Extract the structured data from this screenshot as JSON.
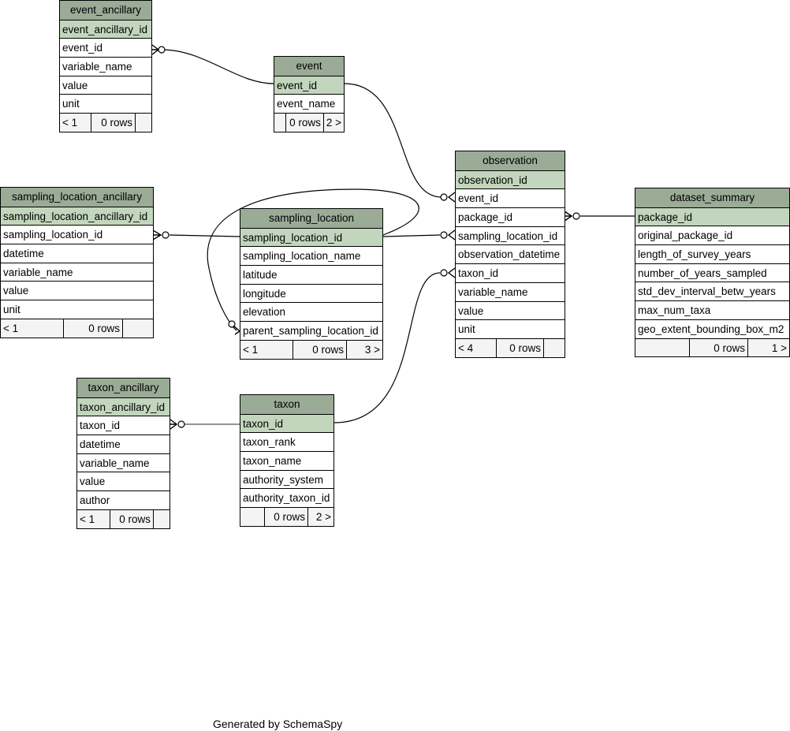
{
  "tables": {
    "event_ancillary": {
      "name": "event_ancillary",
      "columns": [
        "event_ancillary_id",
        "event_id",
        "variable_name",
        "value",
        "unit"
      ],
      "footer": [
        "< 1",
        "0 rows",
        ""
      ]
    },
    "event": {
      "name": "event",
      "columns": [
        "event_id",
        "event_name"
      ],
      "footer": [
        "",
        "0 rows",
        "2 >"
      ]
    },
    "observation": {
      "name": "observation",
      "columns": [
        "observation_id",
        "event_id",
        "package_id",
        "sampling_location_id",
        "observation_datetime",
        "taxon_id",
        "variable_name",
        "value",
        "unit"
      ],
      "footer": [
        "< 4",
        "0 rows",
        ""
      ]
    },
    "dataset_summary": {
      "name": "dataset_summary",
      "columns": [
        "package_id",
        "original_package_id",
        "length_of_survey_years",
        "number_of_years_sampled",
        "std_dev_interval_betw_years",
        "max_num_taxa",
        "geo_extent_bounding_box_m2"
      ],
      "footer": [
        "",
        "0 rows",
        "1 >"
      ]
    },
    "sampling_location_ancillary": {
      "name": "sampling_location_ancillary",
      "columns": [
        "sampling_location_ancillary_id",
        "sampling_location_id",
        "datetime",
        "variable_name",
        "value",
        "unit"
      ],
      "footer": [
        "< 1",
        "0 rows",
        ""
      ]
    },
    "sampling_location": {
      "name": "sampling_location",
      "columns": [
        "sampling_location_id",
        "sampling_location_name",
        "latitude",
        "longitude",
        "elevation",
        "parent_sampling_location_id"
      ],
      "footer": [
        "< 1",
        "0 rows",
        "3 >"
      ]
    },
    "taxon_ancillary": {
      "name": "taxon_ancillary",
      "columns": [
        "taxon_ancillary_id",
        "taxon_id",
        "datetime",
        "variable_name",
        "value",
        "author"
      ],
      "footer": [
        "< 1",
        "0 rows",
        ""
      ]
    },
    "taxon": {
      "name": "taxon",
      "columns": [
        "taxon_id",
        "taxon_rank",
        "taxon_name",
        "authority_system",
        "authority_taxon_id"
      ],
      "footer": [
        "",
        "0 rows",
        "2 >"
      ]
    }
  },
  "relationships": [
    {
      "from": "event_ancillary.event_id",
      "to": "event.event_id"
    },
    {
      "from": "observation.event_id",
      "to": "event.event_id"
    },
    {
      "from": "observation.package_id",
      "to": "dataset_summary.package_id"
    },
    {
      "from": "observation.sampling_location_id",
      "to": "sampling_location.sampling_location_id"
    },
    {
      "from": "observation.taxon_id",
      "to": "taxon.taxon_id"
    },
    {
      "from": "sampling_location_ancillary.sampling_location_id",
      "to": "sampling_location.sampling_location_id"
    },
    {
      "from": "sampling_location.parent_sampling_location_id",
      "to": "sampling_location.sampling_location_id"
    },
    {
      "from": "taxon_ancillary.taxon_id",
      "to": "taxon.taxon_id"
    }
  ],
  "credit": "Generated by SchemaSpy"
}
